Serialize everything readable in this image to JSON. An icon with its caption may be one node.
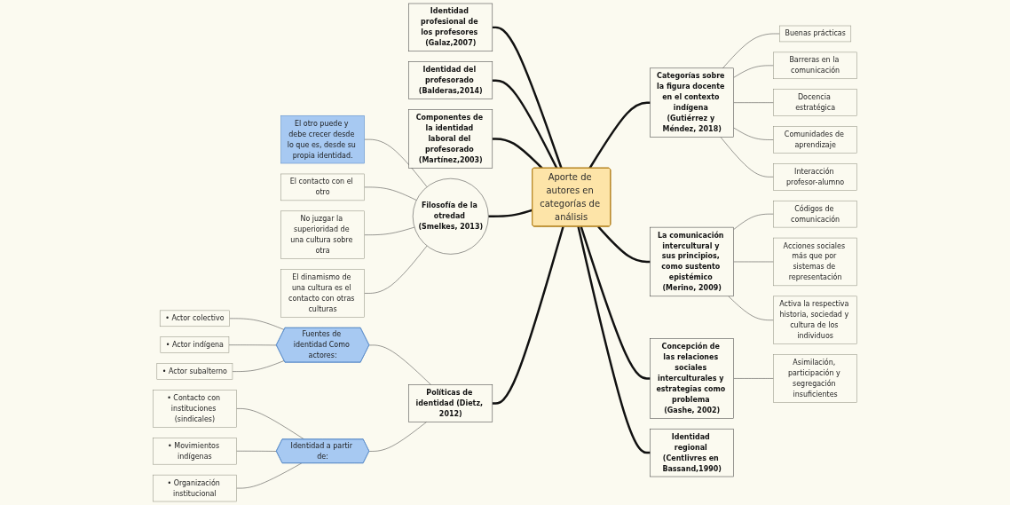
{
  "diagram": {
    "nodes": [
      {
        "text": [
          "Aporte de autores en categorías de análisis"
        ]
      },
      {
        "text": [
          "Identidad profesional de los profesores (Galaz,2007)"
        ]
      },
      {
        "text": [
          "Categorías sobre la figura docente en el contexto indígena (Gutiérrez y Méndez, 2018)"
        ]
      },
      {
        "text": [
          "Buenas prácticas"
        ]
      },
      {
        "text": [
          "Barreras en la comunicación"
        ]
      },
      {
        "text": [
          "Docencia estratégica"
        ]
      },
      {
        "text": [
          "Comunidades de aprendizaje"
        ]
      },
      {
        "text": [
          "Interacción profesor-alumno"
        ]
      },
      {
        "text": [
          "Identidad del profesorado (Balderas,2014)"
        ]
      },
      {
        "text": [
          "Componentes de la identidad laboral del profesorado (Martínez,2003)"
        ]
      },
      {
        "text": [
          "La comunicación intercultural y sus principios, como sustento epistémico (Merino, 2009)"
        ]
      },
      {
        "text": [
          "Códigos de comunicación"
        ]
      },
      {
        "text": [
          "Acciones sociales más que por sistemas de representación"
        ]
      },
      {
        "text": [
          "Activa la respectiva historia, sociedad y cultura de los individuos"
        ]
      },
      {
        "text": [
          "Filosofía de la otredad (Smelkes, 2013)"
        ]
      },
      {
        "text": [
          "El otro puede y debe crecer desde lo que es, desde su propia identidad."
        ]
      },
      {
        "text": [
          "El contacto con el otro"
        ]
      },
      {
        "text": [
          "No juzgar la superioridad de una cultura sobre otra"
        ]
      },
      {
        "text": [
          "El dinamismo de una cultura es el contacto con otras culturas"
        ]
      },
      {
        "text": [
          "Concepción de las relaciones sociales interculturales y estrategias como problema (Gashe, 2002)"
        ]
      },
      {
        "text": [
          "Asimilación, participación y segregación insuficientes"
        ]
      },
      {
        "text": [
          "Políticas de identidad (Dietz, 2012)"
        ]
      },
      {
        "text": [
          "Fuentes de identidad Como actores:"
        ]
      },
      {
        "text": [
          "• Actor colectivo"
        ]
      },
      {
        "text": [
          "• Actor indígena"
        ]
      },
      {
        "text": [
          "• Actor subalterno"
        ]
      },
      {
        "text": [
          "Identidad a partir de:"
        ]
      },
      {
        "text": [
          "• Contacto con instituciones (sindicales)"
        ]
      },
      {
        "text": [
          "• Movimientos indígenas"
        ]
      },
      {
        "text": [
          "• Organización institucional"
        ]
      },
      {
        "text": [
          "Identidad regional (Centlivres en Bassand,1990)"
        ]
      }
    ],
    "edges": [
      {
        "from": 1,
        "to": 0,
        "arrow": "none",
        "style": "thick"
      },
      {
        "from": 0,
        "to": 2,
        "arrow": "none",
        "style": "thick"
      },
      {
        "from": 2,
        "to": 3,
        "arrow": "none"
      },
      {
        "from": 2,
        "to": 4,
        "arrow": "none"
      },
      {
        "from": 2,
        "to": 5,
        "arrow": "none"
      },
      {
        "from": 2,
        "to": 6,
        "arrow": "none"
      },
      {
        "from": 2,
        "to": 7,
        "arrow": "none"
      },
      {
        "from": 8,
        "to": 0,
        "arrow": "none",
        "style": "thick"
      },
      {
        "from": 9,
        "to": 0,
        "arrow": "none",
        "style": "thick"
      },
      {
        "from": 0,
        "to": 10,
        "arrow": "none",
        "style": "thick"
      },
      {
        "from": 10,
        "to": 11,
        "arrow": "none"
      },
      {
        "from": 10,
        "to": 12,
        "arrow": "none"
      },
      {
        "from": 10,
        "to": 13,
        "arrow": "none"
      },
      {
        "from": 14,
        "to": 0,
        "arrow": "none",
        "style": "thick"
      },
      {
        "from": 15,
        "to": 14,
        "arrow": "none"
      },
      {
        "from": 16,
        "to": 14,
        "arrow": "none"
      },
      {
        "from": 17,
        "to": 14,
        "arrow": "none"
      },
      {
        "from": 18,
        "to": 14,
        "arrow": "none"
      },
      {
        "from": 0,
        "to": 19,
        "arrow": "none",
        "style": "thick"
      },
      {
        "from": 19,
        "to": 20,
        "arrow": "none"
      },
      {
        "from": 21,
        "to": 0,
        "arrow": "none",
        "style": "thick"
      },
      {
        "from": 22,
        "to": 21,
        "arrow": "none"
      },
      {
        "from": 23,
        "to": 22,
        "arrow": "none"
      },
      {
        "from": 24,
        "to": 22,
        "arrow": "none"
      },
      {
        "from": 25,
        "to": 22,
        "arrow": "none"
      },
      {
        "from": 26,
        "to": 21,
        "arrow": "none"
      },
      {
        "from": 27,
        "to": 26,
        "arrow": "none"
      },
      {
        "from": 28,
        "to": 26,
        "arrow": "none"
      },
      {
        "from": 29,
        "to": 26,
        "arrow": "none"
      },
      {
        "from": 0,
        "to": 30,
        "arrow": "none",
        "style": "thick"
      }
    ]
  }
}
